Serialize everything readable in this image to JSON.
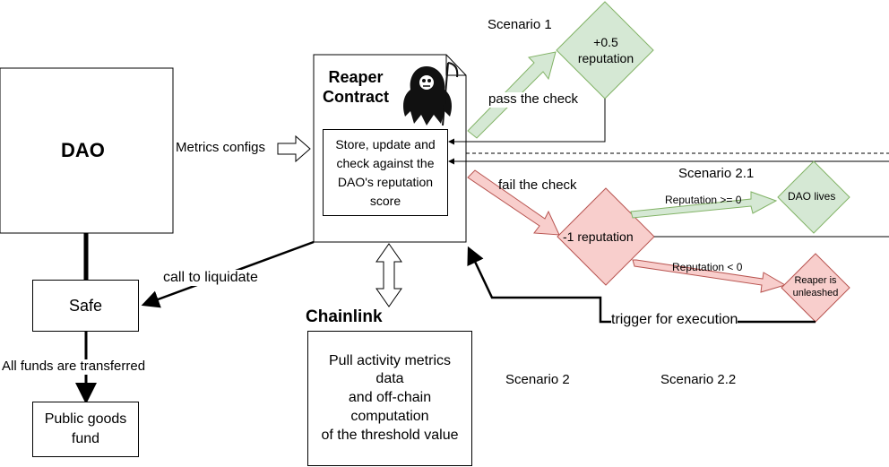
{
  "nodes": {
    "dao": "DAO",
    "safe": "Safe",
    "public_goods": "Public goods\nfund",
    "reaper_title": "Reaper\nContract",
    "reaper_inner": "Store, update and\ncheck against the\nDAO's reputation\nscore",
    "chainlink_title": "Chainlink",
    "chainlink_box": "Pull activity metrics\ndata\nand off-chain\ncomputation\nof the threshold value",
    "plus_rep": "+0.5\nreputation",
    "minus_rep": "-1 reputation",
    "dao_lives": "DAO lives",
    "reaper_unleashed": "Reaper is\nunleashed"
  },
  "edges": {
    "metrics_configs": "Metrics configs",
    "call_to_liquidate": "call to liquidate",
    "all_funds": "All funds are transferred",
    "pass_check": "pass the check",
    "fail_check": "fail the check",
    "rep_ge": "Reputation >= 0",
    "rep_lt": "Reputation < 0",
    "trigger": "trigger for execution"
  },
  "scenarios": {
    "s1": "Scenario 1",
    "s21": "Scenario 2.1",
    "s2": "Scenario 2",
    "s22": "Scenario 2.2"
  },
  "colors": {
    "green_fill": "#d5e8d4",
    "green_stroke": "#82b366",
    "red_fill": "#f8cecc",
    "red_stroke": "#b85450"
  },
  "icons": {
    "reaper": "grim-reaper-icon"
  }
}
